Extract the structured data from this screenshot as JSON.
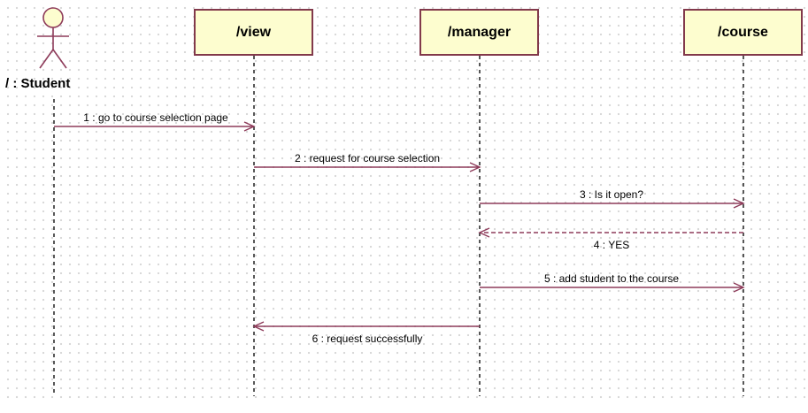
{
  "diagram": {
    "kind": "uml-sequence-diagram",
    "actor": {
      "label": "/ : Student"
    },
    "lifelines": [
      {
        "label": "/view"
      },
      {
        "label": "/manager"
      },
      {
        "label": "/course"
      }
    ],
    "messages": [
      {
        "label": "1 : go to course selection page",
        "from": "Student",
        "to": "view",
        "line": "solid"
      },
      {
        "label": "2 : request for course selection",
        "from": "view",
        "to": "manager",
        "line": "solid"
      },
      {
        "label": "3 : Is it open?",
        "from": "manager",
        "to": "course",
        "line": "solid"
      },
      {
        "label": "4 : YES",
        "from": "course",
        "to": "manager",
        "line": "dashed"
      },
      {
        "label": "5 : add student to the course",
        "from": "manager",
        "to": "course",
        "line": "solid"
      },
      {
        "label": "6 : request successfully",
        "from": "manager",
        "to": "view",
        "line": "solid"
      }
    ]
  },
  "colors": {
    "message_line": "#8e3b5a",
    "box_fill": "#fdfdcf",
    "box_border": "#82394b",
    "lifeline": "#2e2e2e",
    "grid_dot": "#d7d7d7",
    "text": "#000000"
  }
}
